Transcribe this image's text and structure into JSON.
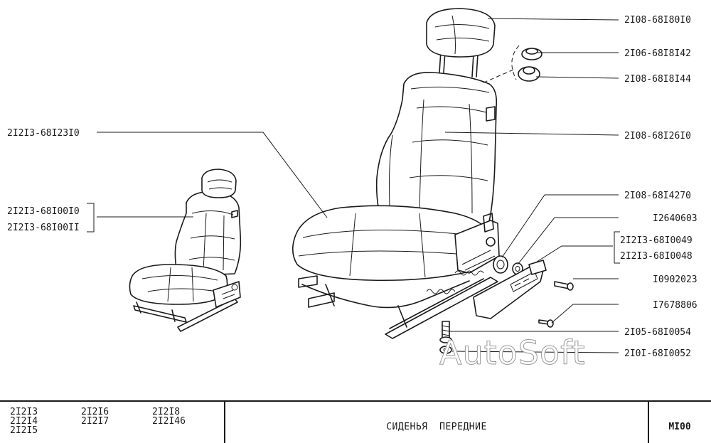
{
  "parts": [
    {
      "id": "headrest",
      "label": "2I08-68I80I0"
    },
    {
      "id": "guide-bush-upper",
      "label": "2I06-68I8I42"
    },
    {
      "id": "guide-bush-lower",
      "label": "2I08-68I8I44"
    },
    {
      "id": "seat-frame",
      "label": "2I2I3-68I23I0"
    },
    {
      "id": "backrest-cover",
      "label": "2I08-68I26I0"
    },
    {
      "id": "seat-assembly-a",
      "label": "2I2I3-68I00I0"
    },
    {
      "id": "seat-assembly-b",
      "label": "2I2I3-68I00II"
    },
    {
      "id": "knob",
      "label": "2I08-68I4270"
    },
    {
      "id": "washer",
      "label": "I2640603"
    },
    {
      "id": "side-trim-a",
      "label": "2I2I3-68I0049"
    },
    {
      "id": "side-trim-b",
      "label": "2I2I3-68I0048"
    },
    {
      "id": "bolt-trim",
      "label": "I0902023"
    },
    {
      "id": "screw",
      "label": "I7678806"
    },
    {
      "id": "bolt-rail",
      "label": "2I05-68I0054"
    },
    {
      "id": "washer-rail",
      "label": "2I0I-68I0052"
    }
  ],
  "watermark": "AutoSoft",
  "title_block": {
    "models": [
      "2I2I3",
      "2I2I4",
      "2I2I5",
      "2I2I6",
      "2I2I7",
      "2I2I8",
      "2I2I46"
    ],
    "title": "СИДЕНЬЯ  ПЕРЕДНИЕ",
    "code": "MI00"
  }
}
